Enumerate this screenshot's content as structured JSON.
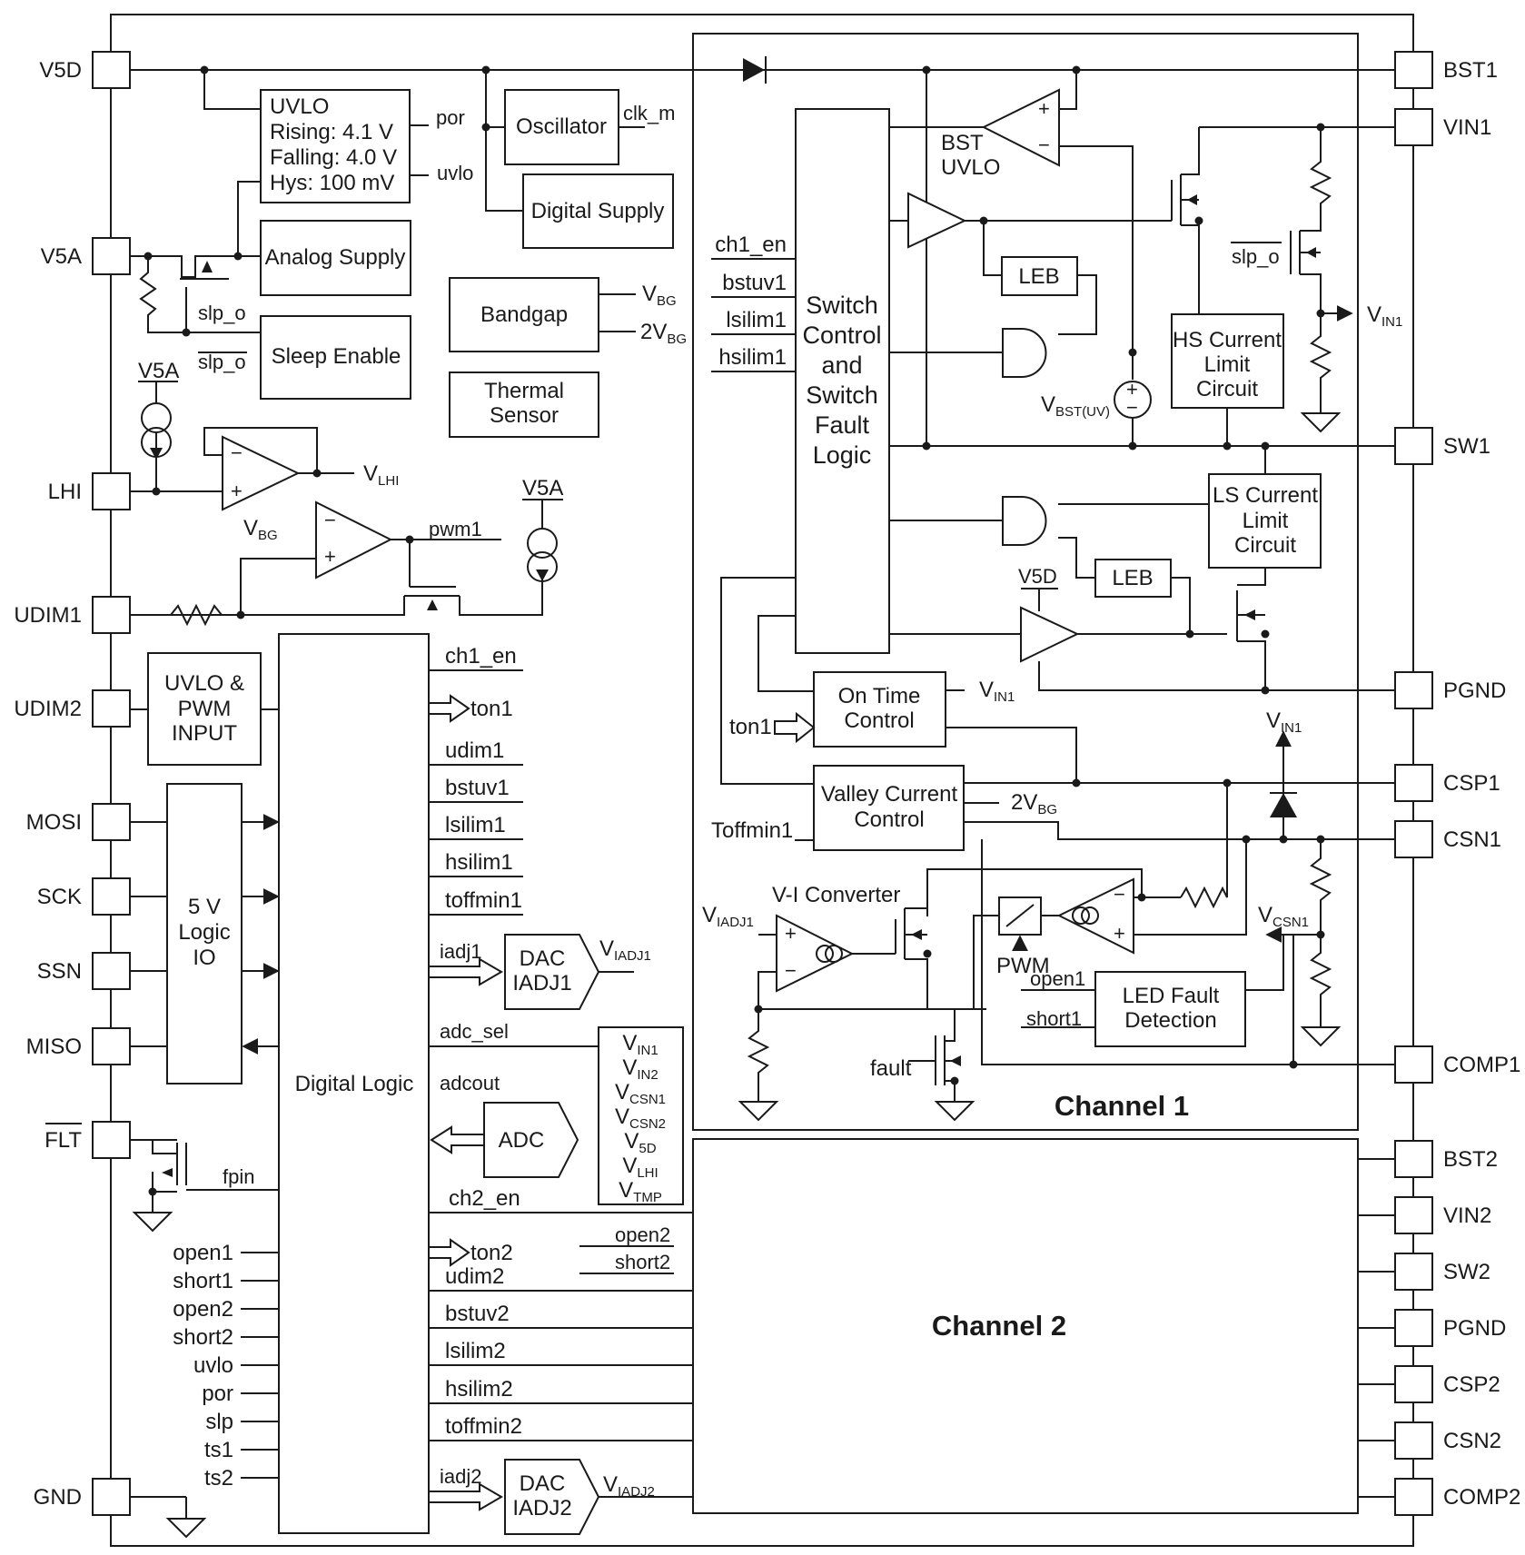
{
  "pins_left": [
    "V5D",
    "V5A",
    "LHI",
    "UDIM1",
    "UDIM2",
    "MOSI",
    "SCK",
    "SSN",
    "MISO",
    "FLT",
    "GND"
  ],
  "pins_right": [
    "BST1",
    "VIN1",
    "SW1",
    "PGND",
    "CSP1",
    "CSN1",
    "COMP1",
    "BST2",
    "VIN2",
    "SW2",
    "PGND",
    "CSP2",
    "CSN2",
    "COMP2"
  ],
  "blocks": {
    "uvlo": [
      "UVLO",
      "Rising: 4.1 V",
      "Falling: 4.0 V",
      "Hys: 100 mV"
    ],
    "oscillator": "Oscillator",
    "digital_supply": "Digital Supply",
    "analog_supply": "Analog Supply",
    "bandgap": "Bandgap",
    "sleep_enable": "Sleep Enable",
    "thermal_sensor": [
      "Thermal",
      "Sensor"
    ],
    "uvlo_pwm_input": [
      "UVLO &",
      "PWM",
      "INPUT"
    ],
    "logic_io": [
      "5 V",
      "Logic",
      "IO"
    ],
    "digital_logic": "Digital Logic",
    "dac1": [
      "DAC",
      "IADJ1"
    ],
    "dac2": [
      "DAC",
      "IADJ2"
    ],
    "adc": "ADC",
    "switch_control": [
      "Switch",
      "Control",
      "and",
      "Switch",
      "Fault",
      "Logic"
    ],
    "leb": "LEB",
    "hs_current_limit": [
      "HS Current",
      "Limit",
      "Circuit"
    ],
    "ls_current_limit": [
      "LS Current",
      "Limit",
      "Circuit"
    ],
    "on_time_control": [
      "On Time",
      "Control"
    ],
    "valley_current_control": [
      "Valley Current",
      "Control"
    ],
    "led_fault_detection": [
      "LED Fault",
      "Detection"
    ],
    "channel1": "Channel 1",
    "channel2": "Channel 2"
  },
  "signals": {
    "por": "por",
    "uvlo": "uvlo",
    "clk_m": "clk_m",
    "slp_o": "slp_o",
    "vbg": "V",
    "vbg_sub": "BG",
    "vbg2": "2V",
    "v5a": "V5A",
    "v5d": "V5D",
    "vlhi": "V",
    "vlhi_sub": "LHI",
    "pwm1": "pwm1",
    "fpin": "fpin",
    "bst_uvlo": [
      "BST",
      "UVLO"
    ],
    "vin1": "V",
    "vin1_sub": "IN1",
    "vbst_uv": "V",
    "vbst_uv_sub": "BST(UV)",
    "vcsn1": "V",
    "vcsn1_sub": "CSN1",
    "viadj1": "V",
    "viadj1_sub": "IADJ1",
    "viadj2": "V",
    "viadj2_sub": "IADJ2",
    "ton1": "ton1",
    "ton2": "ton2",
    "toffmin1": "Toffmin1",
    "vi_converter": "V-I Converter",
    "pwm": "PWM",
    "fault": "fault",
    "open1": "open1",
    "short1": "short1",
    "open2": "open2",
    "short2": "short2",
    "iadj1": "iadj1",
    "iadj2": "iadj2",
    "adc_sel": "adc_sel",
    "adcout": "adcout"
  },
  "switch_inputs": [
    "ch1_en",
    "bstuv1",
    "lsilim1",
    "hsilim1"
  ],
  "dl_outputs_top": [
    "ch1_en",
    "ton1",
    "udim1",
    "bstuv1",
    "lsilim1",
    "hsilim1",
    "toffmin1"
  ],
  "dl_outputs_bottom": [
    "ch2_en",
    "ton2",
    "udim2",
    "bstuv2",
    "lsilim2",
    "hsilim2",
    "toffmin2"
  ],
  "dl_inputs_left": [
    "open1",
    "short1",
    "open2",
    "short2",
    "uvlo",
    "por",
    "slp",
    "ts1",
    "ts2"
  ],
  "adc_inputs": [
    {
      "main": "V",
      "sub": "IN1"
    },
    {
      "main": "V",
      "sub": "IN2"
    },
    {
      "main": "V",
      "sub": "CSN1"
    },
    {
      "main": "V",
      "sub": "CSN2"
    },
    {
      "main": "V",
      "sub": "5D"
    },
    {
      "main": "V",
      "sub": "LHI"
    },
    {
      "main": "V",
      "sub": "TMP"
    }
  ]
}
